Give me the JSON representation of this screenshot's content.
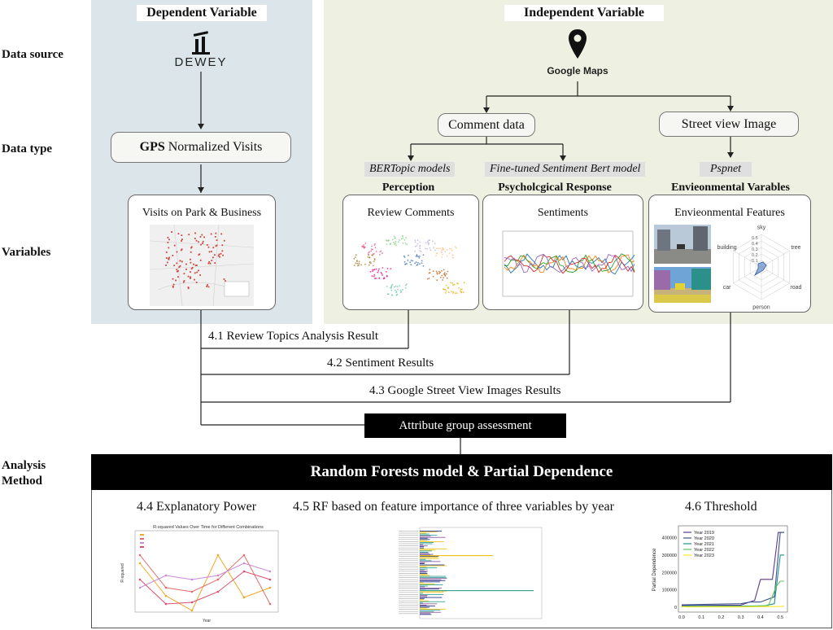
{
  "row_labels": {
    "data_source": "Data source",
    "data_type": "Data type",
    "variables": "Variables",
    "analysis_line1": "Analysis",
    "analysis_line2": "Method"
  },
  "dependent": {
    "header": "Dependent Variable",
    "logo_text": "DEWEY",
    "data_type_bold": "GPS",
    "data_type_rest": " Normalized Visits",
    "card_title": "Visits on Park & Business"
  },
  "independent": {
    "header": "Independent Variable",
    "logo_text": "Google Maps",
    "comment_data": "Comment data",
    "street_view": "Street view Image",
    "tags": [
      "BERTopic models",
      "Fine-tuned Sentiment Bert model",
      "Pspnet"
    ],
    "subs": [
      "Perception",
      "Psycholcgical Response",
      "Envieonmental Varables"
    ],
    "cards": [
      "Review Comments",
      "Sentiments",
      "Envieonmental Features"
    ],
    "radar_labels": [
      "sky",
      "tree",
      "road",
      "person",
      "car",
      "building"
    ],
    "radar_ticks": [
      "0.5",
      "0.4",
      "0.3",
      "0.2",
      "0.1"
    ]
  },
  "results": [
    "4.1 Review Topics Analysis Result",
    "4.2 Sentiment Results",
    "4.3 Google Street View Images Results"
  ],
  "attribute": "Attribute group assessment",
  "model": "Random Forests model & Partial Dependence",
  "sections": [
    "4.4 Explanatory Power",
    "4.5 RF based on feature importance of three variables by year",
    "4.6 Threshold"
  ],
  "threshold_chart": {
    "ylabel": "Partial Dependence",
    "xticks": [
      "0.0",
      "0.1",
      "0.2",
      "0.3",
      "0.4",
      "0.5"
    ],
    "yticks": [
      "0",
      "100000",
      "200000",
      "300000",
      "400000"
    ],
    "legend": [
      "Year 2019",
      "Year 2020",
      "Year 2021",
      "Year 2022",
      "Year 2023"
    ],
    "colors": [
      "#5b3a8a",
      "#3b528b",
      "#21918c",
      "#5ec962",
      "#fde725"
    ]
  },
  "rsq_chart": {
    "title": "R-squared Values Over Time for Different Combinations",
    "xlabel": "Year",
    "ylabel": "R-squared"
  },
  "colors": {
    "dep_panel": "#dce6ea",
    "ind_panel": "#eef0e1"
  }
}
